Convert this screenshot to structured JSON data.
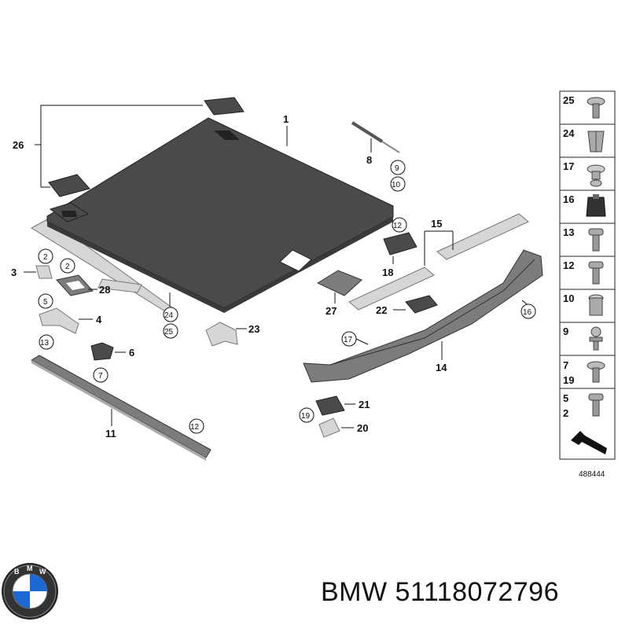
{
  "labels": {
    "p1": "1",
    "p2a": "2",
    "p2b": "2",
    "p3": "3",
    "p4": "4",
    "p5": "5",
    "p6": "6",
    "p7": "7",
    "p8": "8",
    "p9": "9",
    "p10": "10",
    "p11": "11",
    "p12a": "12",
    "p12b": "12",
    "p13": "13",
    "p14": "14",
    "p15": "15",
    "p16": "16",
    "p17": "17",
    "p18": "18",
    "p19": "19",
    "p20": "20",
    "p21": "21",
    "p22": "22",
    "p23": "23",
    "p24": "24",
    "p25": "25",
    "p26": "26",
    "p27": "27",
    "p28": "28"
  },
  "sidebar": {
    "items": [
      {
        "num": "25",
        "icon": "screw-icon"
      },
      {
        "num": "24",
        "icon": "expanding-nut-icon"
      },
      {
        "num": "17",
        "icon": "clip-icon"
      },
      {
        "num": "16",
        "icon": "spring-nut-icon"
      },
      {
        "num": "13",
        "icon": "bolt-icon"
      },
      {
        "num": "12",
        "icon": "bolt-icon"
      },
      {
        "num": "10",
        "icon": "sleeve-icon"
      },
      {
        "num": "9",
        "icon": "ball-stud-icon"
      },
      {
        "num": "7",
        "num2": "19",
        "icon": "screw-icon"
      },
      {
        "num": "5",
        "num2": "2",
        "icon": "bolt-icon"
      }
    ],
    "code": "488444"
  },
  "brand": {
    "logo_letters": "BMW",
    "caption": "BMW 51118072796"
  }
}
